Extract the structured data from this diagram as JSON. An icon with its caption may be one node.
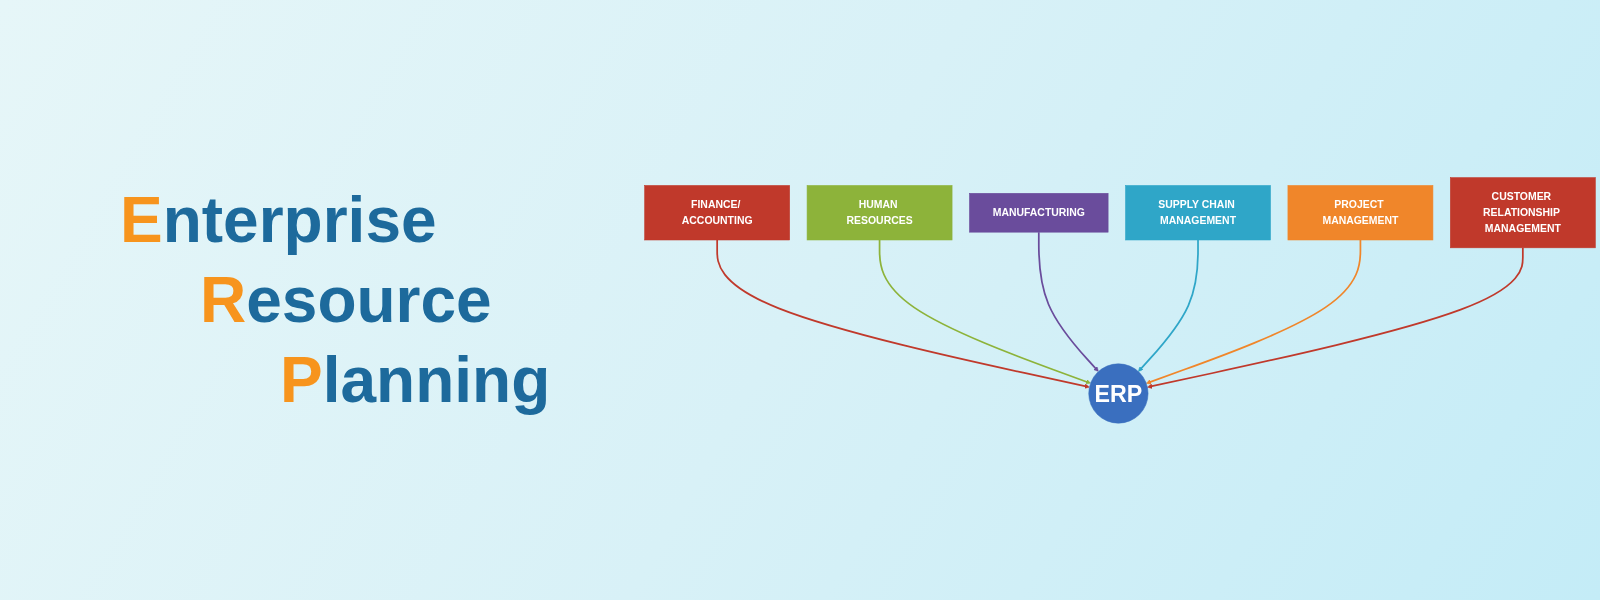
{
  "diagram": {
    "title": "Enterprise Resource Planning",
    "nodes": [
      {
        "text": [
          "MANUFACTURING"
        ]
      },
      {
        "text": [
          "SUPPLY CHAIN MANAGEMENT"
        ]
      },
      {
        "text": [
          "HUMAN RESOURCES"
        ]
      },
      {
        "text": [
          "PROJECT MANAGEMENT"
        ]
      },
      {
        "text": [
          "FINANCE/ ACCOUNTING"
        ]
      },
      {
        "text": [
          "ERP"
        ]
      },
      {
        "text": [
          "CUSTOMER RELATIONSHIP MANAGEMENT"
        ]
      }
    ],
    "edges": [
      {
        "from": 4,
        "to": 5,
        "arrow": "to",
        "color": "#c0392b"
      },
      {
        "from": 2,
        "to": 5,
        "arrow": "to",
        "color": "#8db33a"
      },
      {
        "from": 0,
        "to": 5,
        "arrow": "to",
        "color": "#6a4c9c"
      },
      {
        "from": 1,
        "to": 5,
        "arrow": "to",
        "color": "#2fa6c8"
      },
      {
        "from": 3,
        "to": 5,
        "arrow": "to",
        "color": "#f0862a"
      },
      {
        "from": 6,
        "to": 5,
        "arrow": "to",
        "color": "#c0392b"
      }
    ]
  }
}
